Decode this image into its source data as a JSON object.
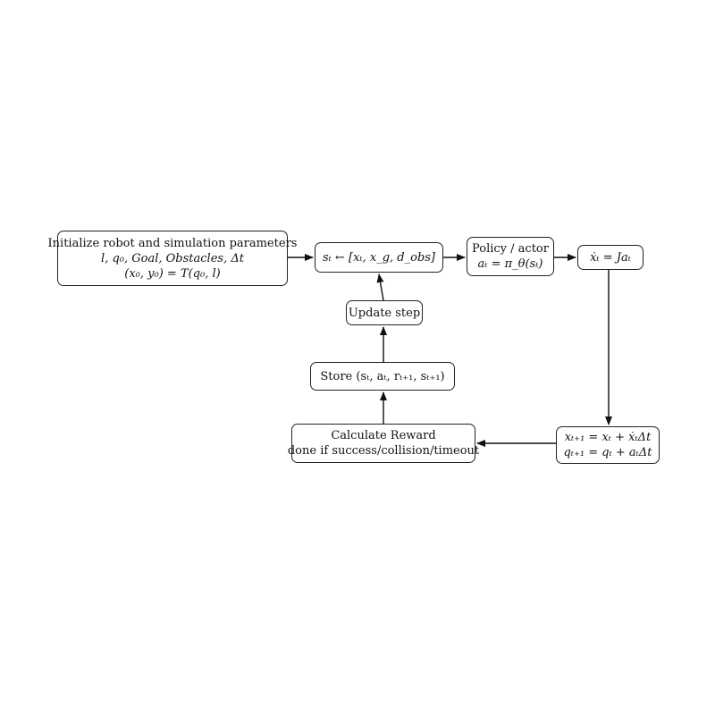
{
  "nodes": {
    "init": {
      "line1": "Initialize robot and simulation parameters",
      "line2": "l, q₀, Goal, Obstacles, Δt",
      "line3": "(x₀, y₀) = T(q₀, l)"
    },
    "state": {
      "line1": "sₜ ← [xₜ, x_g, d_obs]"
    },
    "policy": {
      "line1": "Policy / actor",
      "line2": "aₜ = π_θ(sₜ)"
    },
    "jacobian": {
      "line1": "ẋₜ = Jaₜ"
    },
    "update": {
      "line1": "Update step"
    },
    "store": {
      "line1": "Store (sₜ, aₜ, rₜ₊₁, sₜ₊₁)"
    },
    "reward": {
      "line1": "Calculate Reward",
      "line2": "done if success/collision/timeout"
    },
    "integrate": {
      "line1": "xₜ₊₁ = xₜ + ẋₜΔt",
      "line2": "qₜ₊₁ = qₜ + aₜΔt"
    }
  }
}
